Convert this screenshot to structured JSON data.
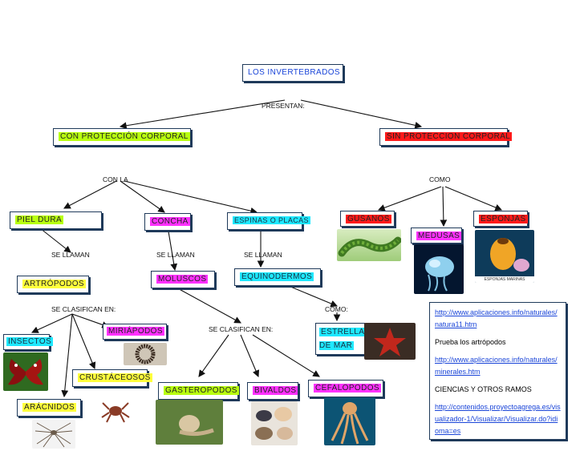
{
  "nodes": {
    "root": "LOS INVERTEBRADOS",
    "con_proteccion": "CON PROTECCIÓN CORPORAL",
    "sin_proteccion": "SIN PROTECCION CORPORAL",
    "piel_dura": "PIEL DURA",
    "concha": "CONCHA",
    "espinas": "ESPINAS O PLACAS",
    "gusanos": "GUSANOS",
    "medusas": "MEDUSAS",
    "esponjas": "ESPONJAS",
    "artropodos": "ARTRÓPODOS",
    "moluscos": "MOLUSCOS",
    "equinodermos": "EQUINODERMOS",
    "insectos": "INSECTOS",
    "miriapodos": "MIRIÁPODOS",
    "crustaceos": "CRUSTÁCEOSOS",
    "aracnidos": "ARÁCNIDOS",
    "gasteropodos": "GASTEROPODOS",
    "bivalvos": "BIVALDOS",
    "cefalopodos": "CEFALOPODOS",
    "estrella": "ESTRELLA DE MAR"
  },
  "labels": {
    "presentan": "PRESENTAN:",
    "con_la": "CON LA",
    "como1": "COMO",
    "se_llaman1": "SE LLAMAN",
    "se_llaman2": "SE LLAMAN",
    "se_llaman3": "SE LLAMAN",
    "se_clasifican1": "SE CLASIFICAN EN:",
    "se_clasifican2": "SE CLASIFICAN EN:",
    "como2": "COMO:"
  },
  "notes": {
    "link1": "http://www.aplicaciones.info/naturales/natura11.htm",
    "text1": "Prueba los artrópodos",
    "link2": "http://www.aplicaciones.info/naturales/minerales.htm",
    "text2": "CIENCIAS Y OTROS RAMOS",
    "link3": "http://contenidos.proyectoagrega.es/visualizador-1/Visualizar/Visualizar.do?idioma=es"
  },
  "image_captions": {
    "esponjas_caption": "ESPONJAS MARINAS"
  },
  "colors": {
    "lime": "#b8ff10",
    "yellow": "#ffff3c",
    "magenta": "#ff31ff",
    "cyan": "#1ee8ff",
    "red": "#ff1a1a",
    "title_blue": "#1a45d8"
  }
}
